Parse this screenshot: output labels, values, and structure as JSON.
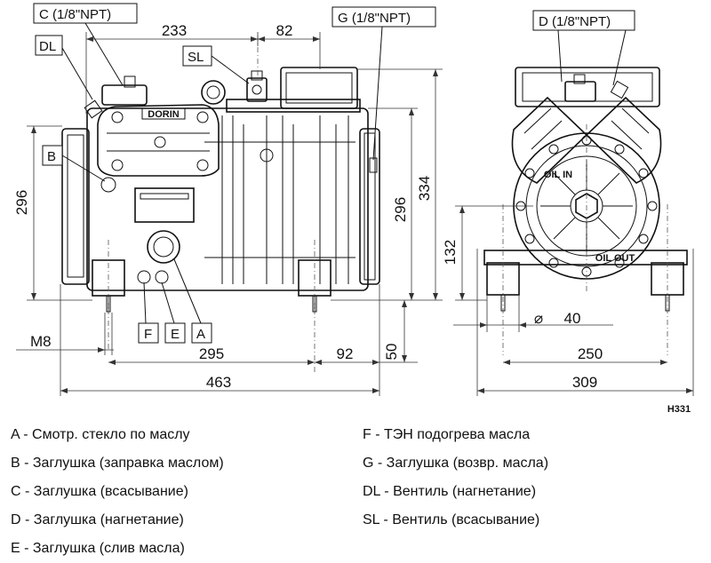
{
  "callouts": {
    "c": "C  (1/8\"NPT)",
    "dl": "DL",
    "sl": "SL",
    "g": "G  (1/8\"NPT)",
    "d": "D  (1/8\"NPT)",
    "b": "B",
    "f": "F",
    "e": "E",
    "a": "A",
    "oil_in": "OIL IN",
    "oil_out": "OIL OUT"
  },
  "dimensions": {
    "d233": "233",
    "d82": "82",
    "d296_left": "296",
    "d296_right": "296",
    "d334": "334",
    "d132": "132",
    "dm8": "M8",
    "d295": "295",
    "d92": "92",
    "d50": "50",
    "d463": "463",
    "d40": "40",
    "d250": "250",
    "d309": "309"
  },
  "drawing_code": "H331",
  "legend": {
    "left": [
      "A - Смотр. стекло по маслу",
      "B - Заглушка (заправка маслом)",
      "C - Заглушка (всасывание)",
      "D - Заглушка (нагнетание)",
      "E - Заглушка (слив масла)"
    ],
    "right": [
      "F - ТЭН подогрева масла",
      "G - Заглушка (возвр. масла)",
      "DL - Вентиль (нагнетание)",
      "SL - Вентиль (всасывание)"
    ]
  }
}
